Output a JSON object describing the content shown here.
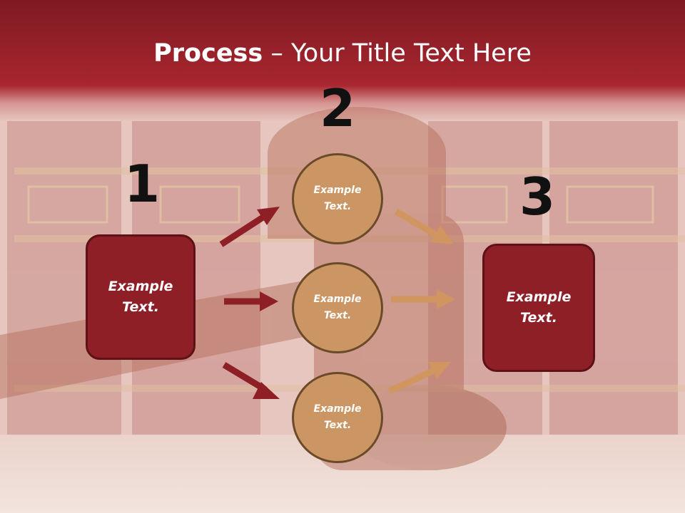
{
  "title": {
    "bold": "Process",
    "rest": " – Your Title Text Here"
  },
  "steps": [
    "1",
    "2",
    "3"
  ],
  "left_box": {
    "line1": "Example",
    "line2": "Text."
  },
  "right_box": {
    "line1": "Example",
    "line2": "Text."
  },
  "circles": [
    {
      "line1": "Example",
      "line2": "Text."
    },
    {
      "line1": "Example",
      "line2": "Text."
    },
    {
      "line1": "Example",
      "line2": "Text."
    }
  ],
  "colors": {
    "title_band": "#a8262f",
    "box_fill": "#8e1f27",
    "circle_fill": "#cc9664",
    "arrow_in": "#8e1f27",
    "arrow_out": "#d19560"
  }
}
